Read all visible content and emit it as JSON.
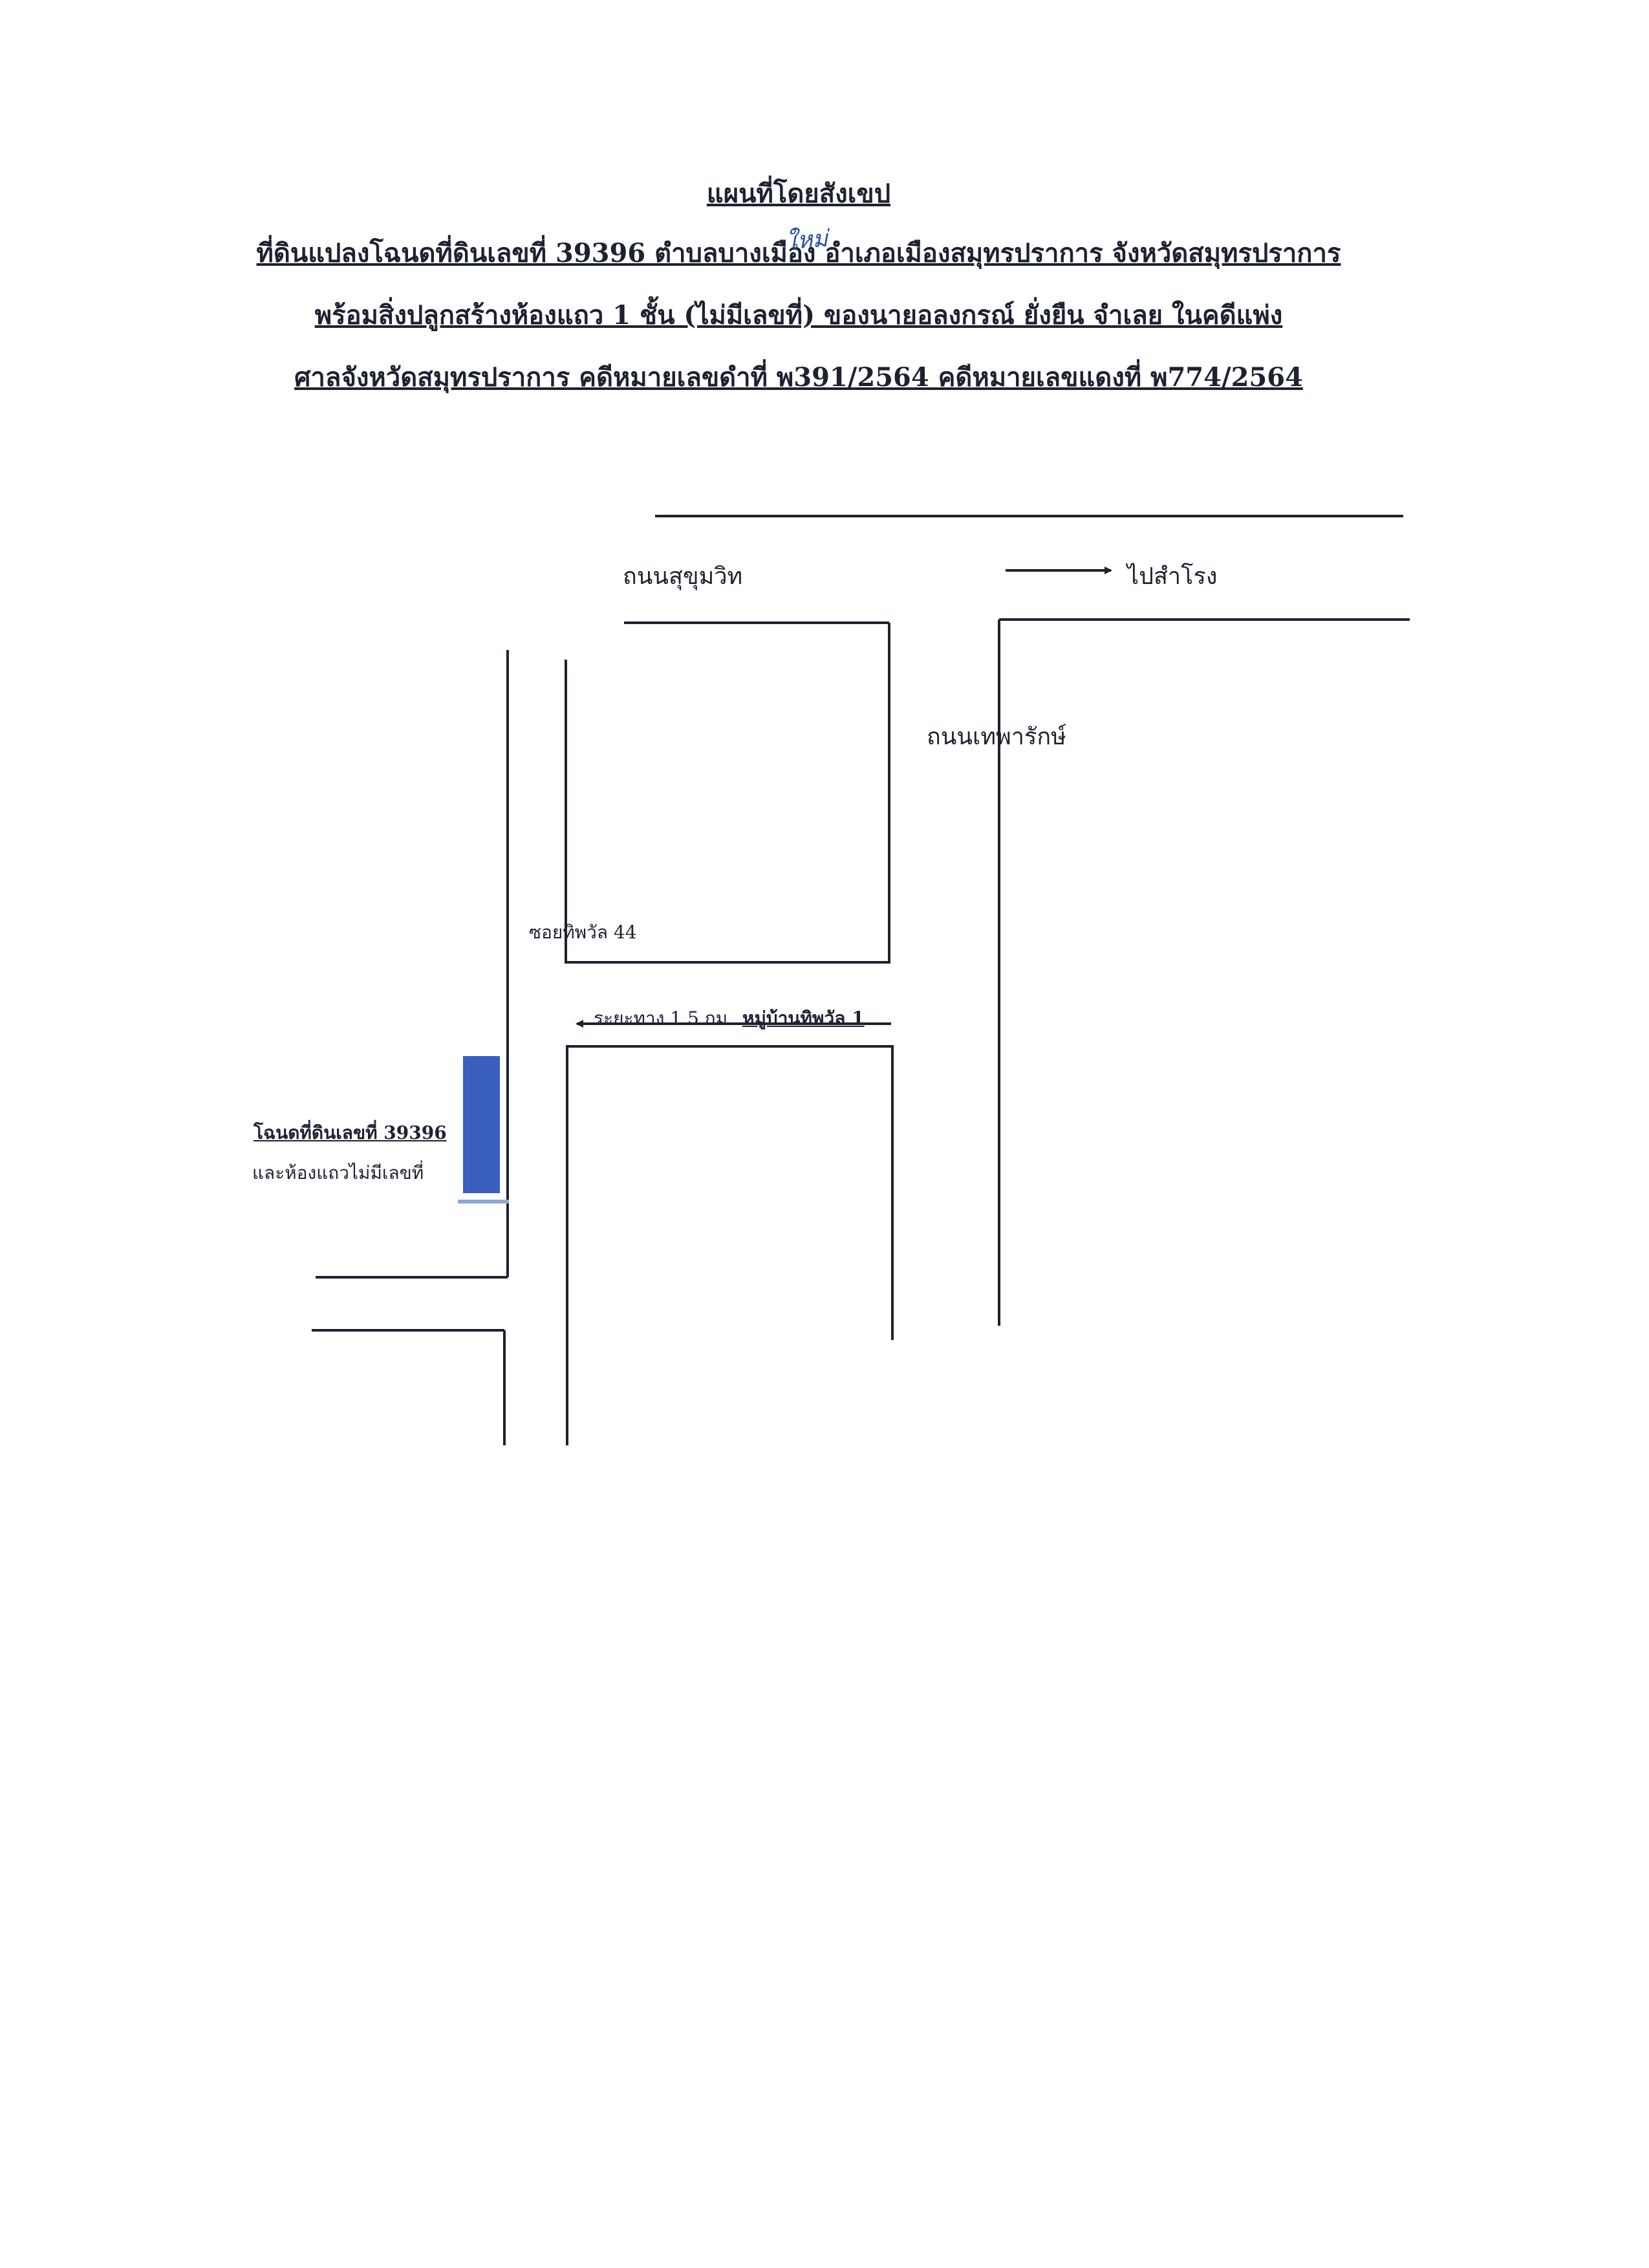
{
  "header": {
    "title": "แผนที่โดยสังเขป",
    "line1": "ที่ดินแปลงโฉนดที่ดินเลขที่ 39396 ตำบลบางเมือง อำเภอเมืองสมุทรปราการ จังหวัดสมุทรปราการ",
    "line2": "พร้อมสิ่งปลูกสร้างห้องแถว 1 ชั้น (ไม่มีเลขที่) ของนายอลงกรณ์ ยั่งยืน จำเลย ในคดีแพ่ง",
    "line3": "ศาลจังหวัดสมุทรปราการ คดีหมายเลขดำที่ พ391/2564 คดีหมายเลขแดงที่ พ774/2564",
    "handwritten_note": "ใหม่"
  },
  "map": {
    "road_sukhumvit": "ถนนสุขุมวิท",
    "to_samrong": "ไปสำโรง",
    "road_theparak": "ถนนเทพารักษ์",
    "soi_label": "ซอยทิพวัล 44",
    "distance_label": "ระยะทาง 1.5 กม",
    "village_label": "หมู่บ้านทิพวัล 1",
    "parcel_label": "โฉนดที่ดินเลขที่ 39396",
    "parcel_sublabel": "และห้องแถวไม่มีเลขที่"
  },
  "colors": {
    "ink": "#1c2230",
    "parcel_fill": "#3b5fbf",
    "parcel_edge": "#8fa6d8",
    "handwriting": "#2a4fa8"
  }
}
